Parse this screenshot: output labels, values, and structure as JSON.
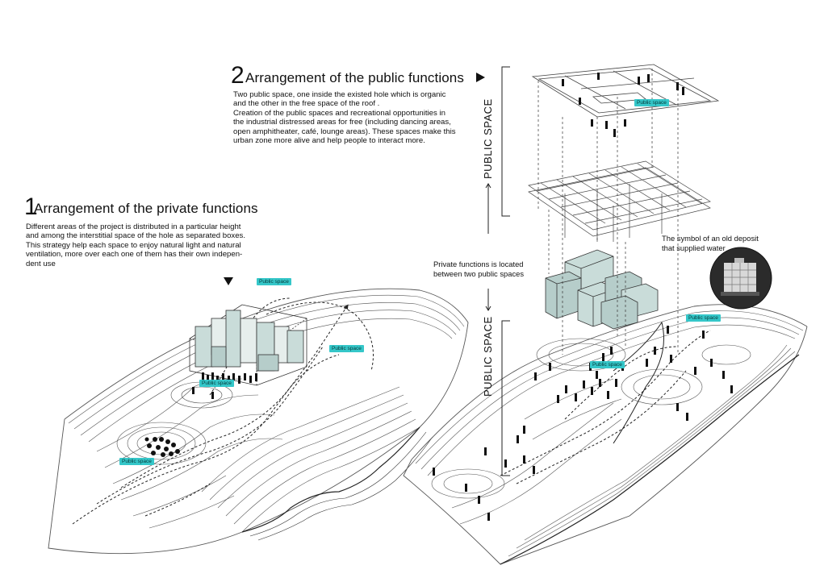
{
  "section2": {
    "number": "2",
    "title": "Arrangement of the public functions",
    "paragraph_lines": [
      "Two public space, one inside the existed hole which is organic",
      "and the other in the free space of the roof .",
      "Creation of the public spaces and recreational opportunities in",
      "the industrial distressed areas for free (including dancing areas,",
      "open amphitheater, café, lounge areas). These spaces make this",
      "urban zone more alive and help people to interact more."
    ]
  },
  "section1": {
    "number": "1",
    "title": "Arrangement of the private functions",
    "paragraph_lines": [
      "Different areas of the project is distributed in a particular height",
      "and among the interstitial space of the hole as separated boxes.",
      "This strategy help each space to enjoy natural light and natural",
      "ventilation, more over each one of them has their own indepen-",
      "dent use"
    ]
  },
  "labels": {
    "public_space_upper": "PUBLIC SPACE",
    "public_space_lower": "PUBLIC SPACE",
    "private_note_line1": "Private functions is located",
    "private_note_line2": "between two public spaces",
    "deposit_line1": "The symbol of an old deposit",
    "deposit_line2": "that supplied water"
  },
  "tags": {
    "left_top": "Public space",
    "left_right": "Public space",
    "left_entrance": "Public space",
    "left_bottom": "Public space",
    "right_roof": "Public space",
    "right_terrain": "Public space",
    "right_hole": "Public space"
  },
  "colors": {
    "accent_tag": "#35c7c9",
    "box_fill": "#c9dcd9",
    "line": "#333333"
  }
}
